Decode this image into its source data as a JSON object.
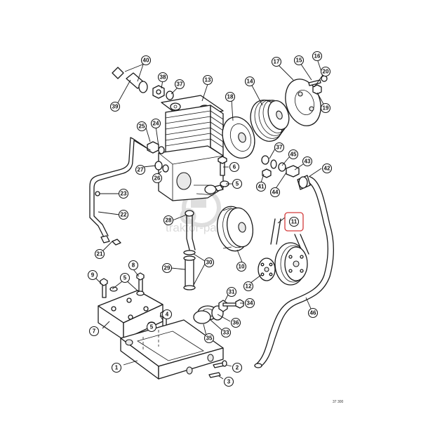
{
  "diagram": {
    "watermark_text": "traktor-parts",
    "reference_code": "37 300",
    "highlighted_callout": "11",
    "highlight_color": "#d33a3a",
    "callouts": [
      {
        "id": "c40",
        "label": "40"
      },
      {
        "id": "c38",
        "label": "38"
      },
      {
        "id": "c37a",
        "label": "37"
      },
      {
        "id": "c13",
        "label": "13"
      },
      {
        "id": "c39",
        "label": "39"
      },
      {
        "id": "c18",
        "label": "18"
      },
      {
        "id": "c14",
        "label": "14"
      },
      {
        "id": "c17",
        "label": "17"
      },
      {
        "id": "c15",
        "label": "15"
      },
      {
        "id": "c16",
        "label": "16"
      },
      {
        "id": "c20",
        "label": "20"
      },
      {
        "id": "c19",
        "label": "19"
      },
      {
        "id": "c25",
        "label": "25"
      },
      {
        "id": "c24",
        "label": "24"
      },
      {
        "id": "c27",
        "label": "27"
      },
      {
        "id": "c26",
        "label": "26"
      },
      {
        "id": "c6",
        "label": "6"
      },
      {
        "id": "c5a",
        "label": "5"
      },
      {
        "id": "c37b",
        "label": "37"
      },
      {
        "id": "c45",
        "label": "45"
      },
      {
        "id": "c43",
        "label": "43"
      },
      {
        "id": "c42",
        "label": "42"
      },
      {
        "id": "c41",
        "label": "41"
      },
      {
        "id": "c44",
        "label": "44"
      },
      {
        "id": "c23",
        "label": "23"
      },
      {
        "id": "c22",
        "label": "22"
      },
      {
        "id": "c21",
        "label": "21"
      },
      {
        "id": "c28",
        "label": "28"
      },
      {
        "id": "c11",
        "label": "11"
      },
      {
        "id": "c10",
        "label": "10"
      },
      {
        "id": "c29",
        "label": "29"
      },
      {
        "id": "c30",
        "label": "30"
      },
      {
        "id": "c12",
        "label": "12"
      },
      {
        "id": "c8",
        "label": "8"
      },
      {
        "id": "c9",
        "label": "9"
      },
      {
        "id": "c5b",
        "label": "5"
      },
      {
        "id": "c31",
        "label": "31"
      },
      {
        "id": "c34",
        "label": "34"
      },
      {
        "id": "c46",
        "label": "46"
      },
      {
        "id": "c7",
        "label": "7"
      },
      {
        "id": "c5c",
        "label": "5"
      },
      {
        "id": "c4",
        "label": "4"
      },
      {
        "id": "c36",
        "label": "36"
      },
      {
        "id": "c33",
        "label": "33"
      },
      {
        "id": "c35",
        "label": "35"
      },
      {
        "id": "c1",
        "label": "1"
      },
      {
        "id": "c2",
        "label": "2"
      },
      {
        "id": "c3",
        "label": "3"
      }
    ]
  }
}
